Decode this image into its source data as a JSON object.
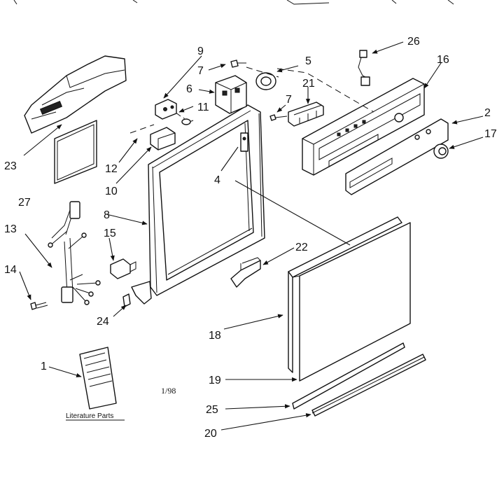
{
  "diagram": {
    "callouts": [
      "1",
      "2",
      "4",
      "5",
      "6",
      "7",
      "7",
      "8",
      "9",
      "10",
      "11",
      "12",
      "13",
      "14",
      "15",
      "16",
      "17",
      "18",
      "19",
      "20",
      "21",
      "22",
      "23",
      "24",
      "25",
      "26",
      "27"
    ],
    "literature_label": "Literature Parts",
    "date_code": "1/98"
  }
}
